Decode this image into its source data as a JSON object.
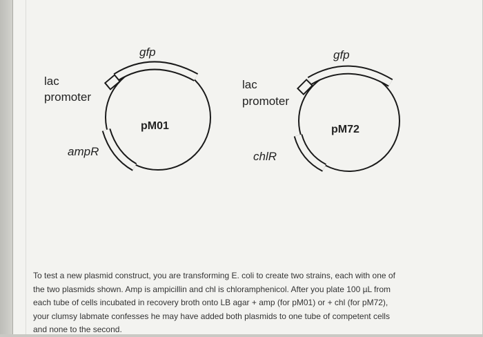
{
  "plasmids": [
    {
      "name": "pM01",
      "gene_top": "gfp",
      "promoter_line1": "lac",
      "promoter_line2": "promoter",
      "resistance": "ampR"
    },
    {
      "name": "pM72",
      "gene_top": "gfp",
      "promoter_line1": "lac",
      "promoter_line2": "promoter",
      "resistance": "chlR"
    }
  ],
  "caption_lines": [
    "To test a new plasmid construct, you are transforming E. coli to create two strains, each with one of",
    "the two plasmids shown. Amp is ampicillin and chl is chloramphenicol. After you plate 100 µL from",
    "each tube of cells incubated in recovery broth onto LB agar + amp (for pM01) or + chl (for pM72),",
    "your clumsy labmate confesses he may have added both plasmids to one tube of competent cells",
    "and none to the second."
  ],
  "colors": {
    "page": "#f3f3f0",
    "ink": "#1a1a1a"
  }
}
